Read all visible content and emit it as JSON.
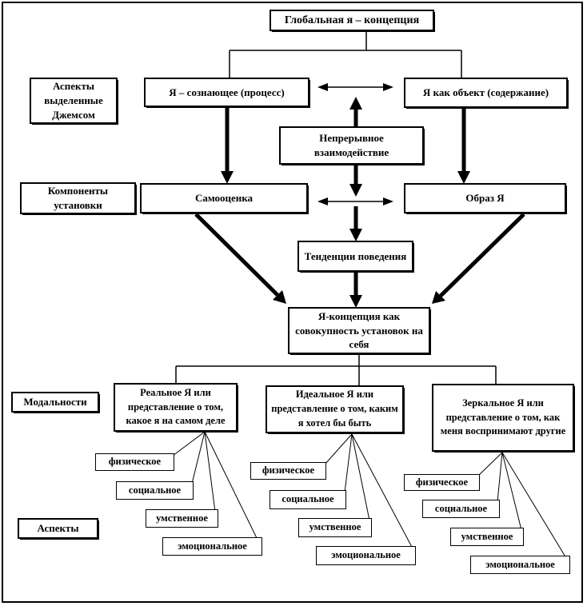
{
  "diagram": {
    "title": "Глобальная я – концепция",
    "james": {
      "label": "Аспекты выделенные Джемсом",
      "left": "Я – сознающее (процесс)",
      "right": "Я как объект (содержание)"
    },
    "interaction": "Непрерывное взаимодействие",
    "components": {
      "label": "Компоненты установки",
      "left": "Самооценка",
      "right": "Образ Я"
    },
    "tendencies": "Тенденции поведения",
    "self_concept": "Я-концепция как совокупность установок на себя",
    "modalities": {
      "label": "Модальности",
      "items": [
        "Реальное Я или представление о том, какое я на самом деле",
        "Идеальное Я или представление о том, каким я хотел бы быть",
        "Зеркальное Я или представление о том, как меня воспринимают другие"
      ]
    },
    "aspects": {
      "label": "Аспекты",
      "items": [
        "физическое",
        "социальное",
        "умственное",
        "эмоциональное"
      ]
    },
    "colors": {
      "line": "#000000",
      "background": "#ffffff"
    }
  }
}
